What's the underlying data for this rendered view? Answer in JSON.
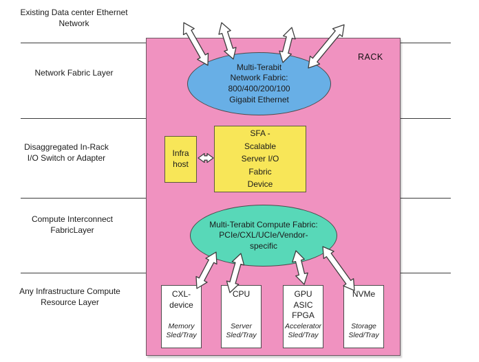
{
  "diagram": {
    "top_label": "Existing Data center Ethernet\nNetwork",
    "rack_label": "RACK",
    "layers": [
      {
        "label": "Network Fabric Layer"
      },
      {
        "label": "Disaggregated In-Rack\nI/O Switch or Adapter"
      },
      {
        "label": "Compute Interconnect\nFabricLayer"
      },
      {
        "label": "Any Infrastructure Compute\nResource Layer"
      }
    ],
    "network_fabric": {
      "text": "Multi-Terabit\nNetwork Fabric:\n800/400/200/100\nGigabit Ethernet"
    },
    "infra_host": {
      "text": "Infra\nhost"
    },
    "sfa": {
      "text": "SFA -\nScalable\nServer I/O\nFabric\nDevice"
    },
    "compute_fabric": {
      "text": "Multi-Terabit Compute Fabric:\nPCIe/CXL/UCIe/Vendor-\nspecific"
    },
    "resources": [
      {
        "name": "CXL-\ndevice",
        "sled": "Memory\nSled/Tray"
      },
      {
        "name": "CPU",
        "sled": "Server\nSled/Tray"
      },
      {
        "name": "GPU\nASIC\nFPGA",
        "sled": "Accelerator\nSled/Tray"
      },
      {
        "name": "NVMe",
        "sled": "Storage\nSled/Tray"
      }
    ],
    "colors": {
      "rack_pink": "#f092c0",
      "network_blue": "#68afe6",
      "device_yellow": "#f8e658",
      "compute_teal": "#58d8b8",
      "arrow_fill": "#ffffff",
      "arrow_stroke": "#3c3c3c"
    }
  }
}
